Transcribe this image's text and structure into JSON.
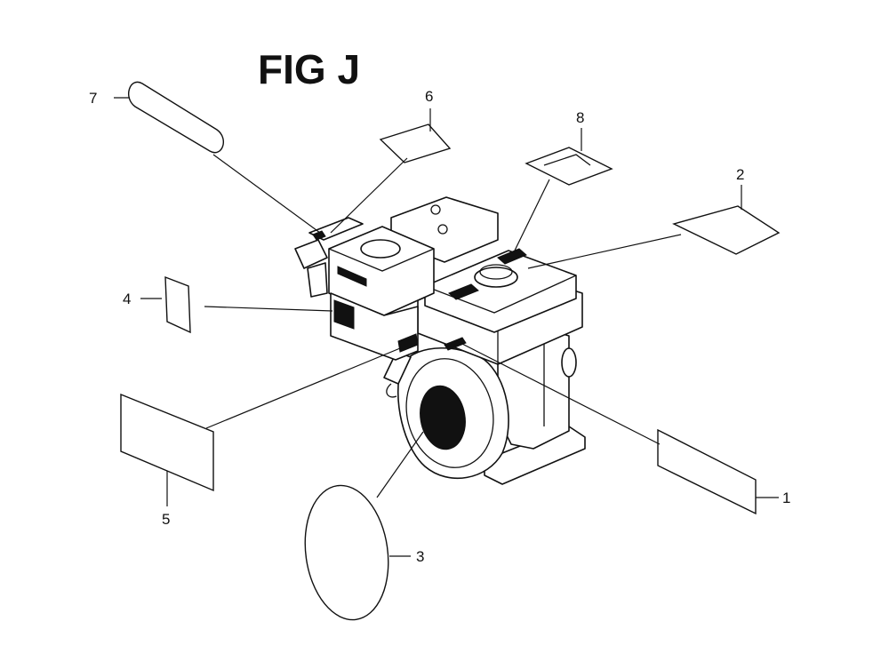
{
  "figure": {
    "title": "FIG J"
  },
  "callouts": [
    {
      "id": "1",
      "label": "1"
    },
    {
      "id": "2",
      "label": "2"
    },
    {
      "id": "3",
      "label": "3"
    },
    {
      "id": "4",
      "label": "4"
    },
    {
      "id": "5",
      "label": "5"
    },
    {
      "id": "6",
      "label": "6"
    },
    {
      "id": "7",
      "label": "7"
    },
    {
      "id": "8",
      "label": "8"
    }
  ],
  "colors": {
    "line": "#111111",
    "background": "#ffffff"
  }
}
